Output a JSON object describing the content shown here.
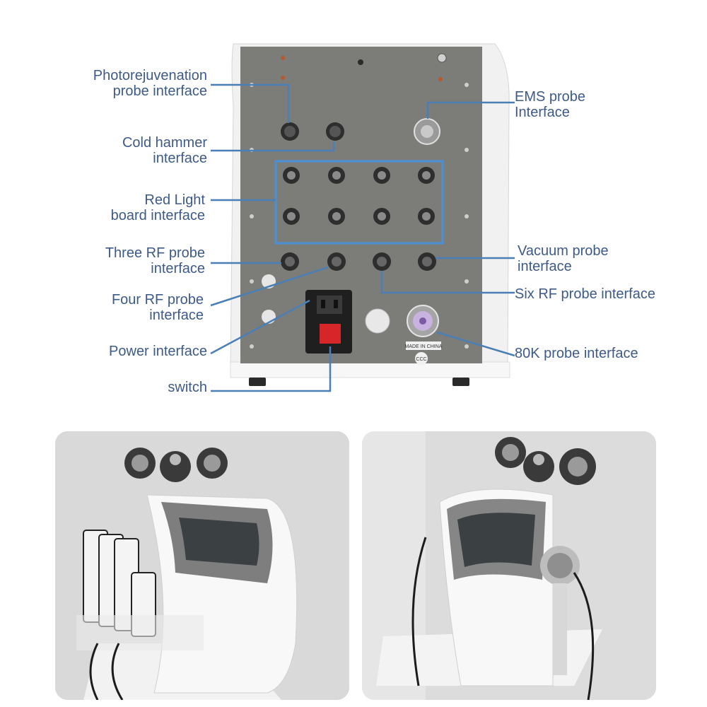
{
  "labels": {
    "photorejuvenation": [
      "Photorejuvenation",
      "probe interface"
    ],
    "cold_hammer": [
      "Cold hammer",
      "interface"
    ],
    "red_light": [
      "Red Light",
      "board interface"
    ],
    "three_rf": [
      "Three RF probe",
      "interface"
    ],
    "four_rf": [
      "Four RF probe",
      "interface"
    ],
    "power": "Power interface",
    "switch": "switch",
    "ems": [
      "EMS probe",
      "Interface"
    ],
    "vacuum": [
      "Vacuum probe",
      "interface"
    ],
    "six_rf": "Six RF probe interface",
    "k80": "80K probe interface"
  },
  "panel": {
    "made_in": "MADE IN CHINA",
    "ccc_mark": "CCC"
  },
  "colors": {
    "label_text": "#3d5a88",
    "leader_line": "#4a7fb5",
    "panel": "#7a7a77",
    "highlight_box": "#4a90d9",
    "switch_red": "#d7262a"
  }
}
